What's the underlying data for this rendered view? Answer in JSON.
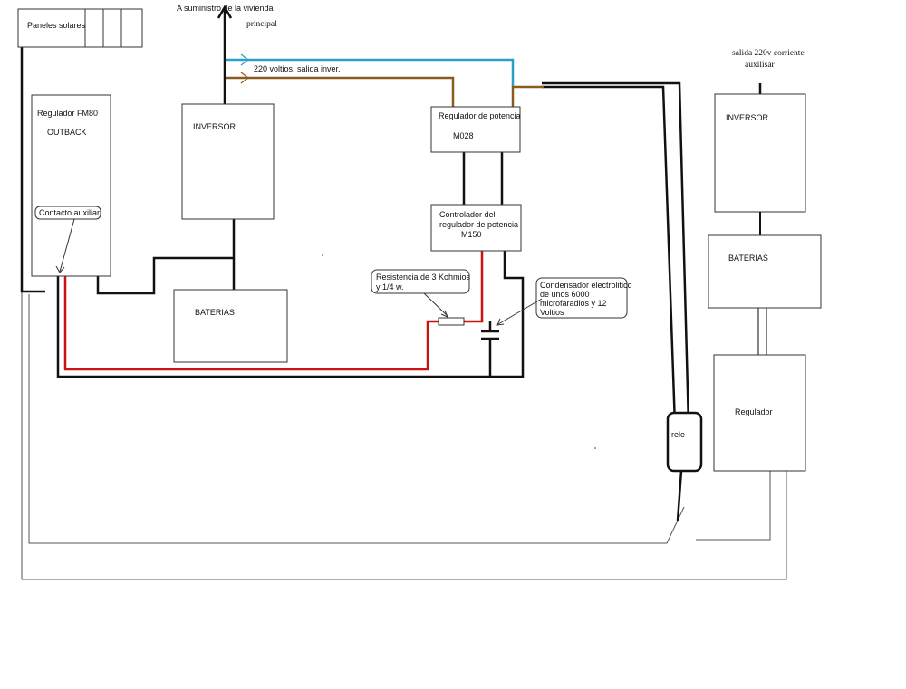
{
  "labels": {
    "paneles": "Paneles solares",
    "suministro_1": "A suministro de la vivienda",
    "suministro_2": "principal",
    "salida_inversor": "220 voltios. salida inver.",
    "regulador_fm80_1": "Regulador FM80",
    "regulador_fm80_2": "OUTBACK",
    "contacto_auxiliar": "Contacto auxiliar",
    "inversor_main": "INVERSOR",
    "baterias_main": "BATERIAS",
    "regulador_potencia_1": "Regulador de potencia",
    "regulador_potencia_2": "M028",
    "controlador_1": "Controlador del",
    "controlador_2": "regulador de potencia",
    "controlador_3": "M150",
    "resistencia_1": "Resistencia de 3 Kohmios",
    "resistencia_2": "y 1/4 w.",
    "condensador_1": "Condensador electrolitico",
    "condensador_2": "de unos 6000",
    "condensador_3": "microfaradios y 12",
    "condensador_4": "Voltios",
    "rele": "rele",
    "salida_aux_1": "salida 220v corriente",
    "salida_aux_2": "auxilisar",
    "inversor_aux": "INVERSOR",
    "baterias_aux": "BATERIAS",
    "regulador_aux": "Regulador"
  },
  "colors": {
    "wire_black": "#111111",
    "wire_red": "#cc1111",
    "wire_blue": "#2aa0c8",
    "wire_brown": "#8a5a1e",
    "wire_gray": "#555555"
  }
}
